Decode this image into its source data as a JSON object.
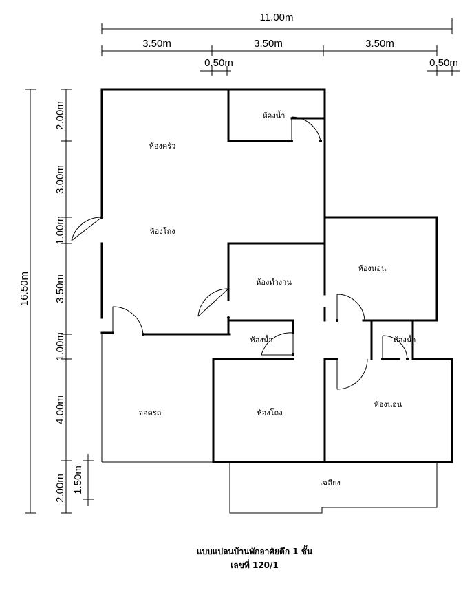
{
  "dimensions": {
    "overall_width": "11.00m",
    "segment_1": "3.50m",
    "segment_2": "3.50m",
    "segment_3": "3.50m",
    "offset_left": "0.50m",
    "offset_right": "0.50m",
    "overall_depth": "16.50m",
    "v_2_00_top": "2.00m",
    "v_3_00": "3.00m",
    "v_1_00_a": "1.00m",
    "v_3_50": "3.50m",
    "v_1_00_b": "1.00m",
    "v_4_00": "4.00m",
    "v_2_00_bottom": "2.00m",
    "v_1_50": "1.50m"
  },
  "rooms": {
    "kitchen": "ห้องครัว",
    "bath_top": "ห้องน้ำ",
    "hall": "ห้องโถง",
    "bedroom_1": "ห้องนอน",
    "office": "ห้องทำงาน",
    "bath_mid": "ห้องน้ำ",
    "bath_right": "ห้องน้ำ",
    "parking": "จอดรถ",
    "hall_2": "ห้องโถง",
    "bedroom_2": "ห้องนอน",
    "veranda": "เฉลียง"
  },
  "caption": {
    "title": "แบบแปลนบ้านพักอาศัยตึก 1 ชั้น",
    "number": "เลขที่ 120/1"
  }
}
